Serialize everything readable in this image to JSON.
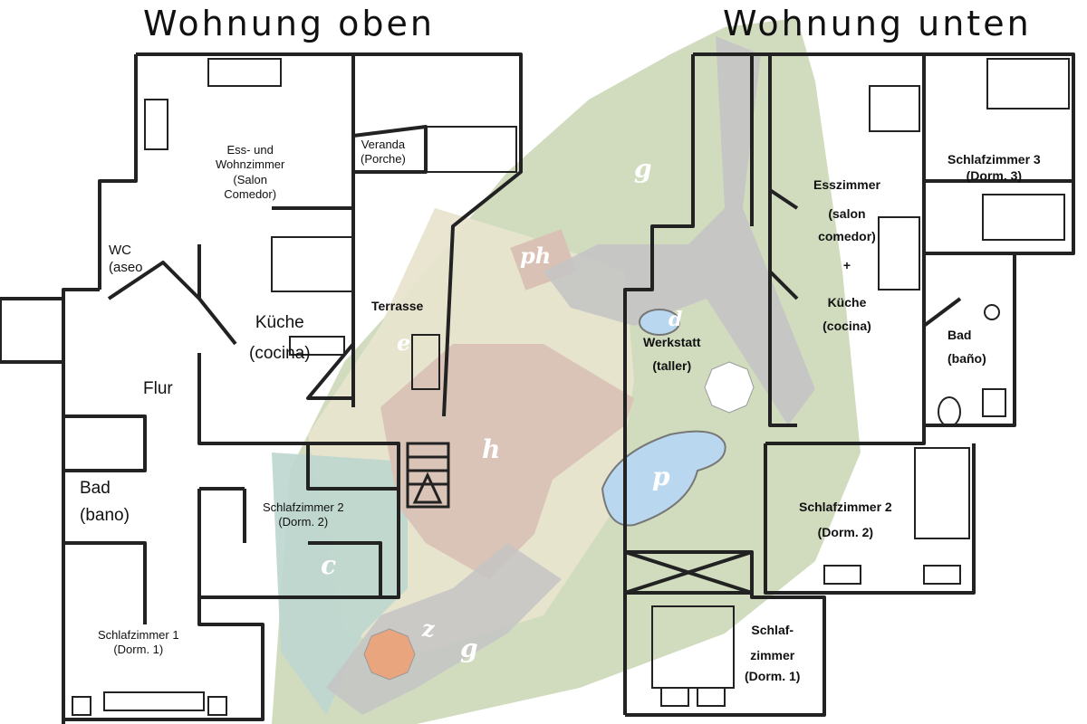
{
  "titles": {
    "upper": "Wohnung oben",
    "lower": "Wohnung unten"
  },
  "upper_rooms": {
    "ess_wohn": [
      "Ess- und",
      "Wohnzimmer",
      "(Salon",
      "Comedor)"
    ],
    "veranda": [
      "Veranda",
      "(Porche)"
    ],
    "wc": [
      "WC",
      "(aseo"
    ],
    "kueche": [
      "Küche",
      "",
      "(cocina)"
    ],
    "terrasse": "Terrasse",
    "flur": "Flur",
    "bad": [
      "Bad",
      "",
      "(bano)"
    ],
    "schlafzimmer2": [
      "Schlafzimmer 2",
      "(Dorm. 2)"
    ],
    "schlafzimmer1": [
      "Schlafzimmer 1",
      "(Dorm. 1)"
    ]
  },
  "lower_rooms": {
    "werkstatt": [
      "Werkstatt",
      "(taller)"
    ],
    "esszimmer": [
      "Esszimmer",
      "",
      "(salon",
      "comedor)",
      "",
      "+",
      "",
      "Küche",
      "(cocina)"
    ],
    "schlafzimmer3": [
      "Schlafzimmer 3",
      "(Dorm. 3)"
    ],
    "bad": [
      "Bad",
      "(baño)"
    ],
    "schlafzimmer2": [
      "Schlafzimmer 2",
      "(Dorm. 2)"
    ],
    "schlafzimmer1": [
      "Schlaf-",
      "zimmer",
      "(Dorm. 1)"
    ]
  },
  "garden_zones": {
    "g_top": "g",
    "ph": "ph",
    "d": "d",
    "e": "e",
    "h": "h",
    "p": "p",
    "c": "c",
    "z": "z",
    "g_bottom": "g"
  },
  "colors": {
    "lawn": "#c9d6b4",
    "path": "#c4c4c4",
    "house_area": "#d9c2b5",
    "patio": "#e8e4cf",
    "pool": "#b9d8ef",
    "teal_zone": "#bcd6cf",
    "orange_umbrella": "#e9a57d",
    "wall": "#222222"
  }
}
